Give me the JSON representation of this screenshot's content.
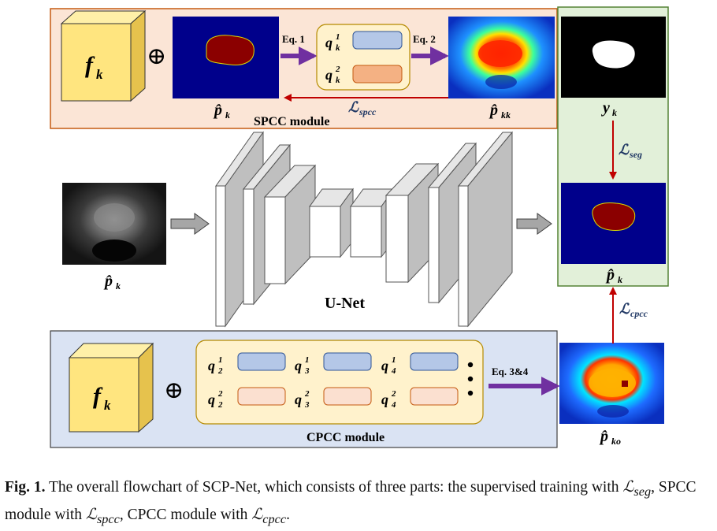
{
  "spcc": {
    "module_label": "SPCC module",
    "feature_symbol": "f",
    "feature_sub": "k",
    "oplus": "⊕",
    "eq1": "Eq. 1",
    "eq2": "Eq. 2",
    "q1": {
      "base": "q",
      "sup": "1",
      "sub": "k"
    },
    "q2": {
      "base": "q",
      "sup": "2",
      "sub": "k"
    },
    "pred_label": {
      "base": "p̂",
      "sub": "k"
    },
    "out_label": {
      "base": "p̂",
      "sub": "kk"
    },
    "loss_label": {
      "base": "ℒ",
      "sub": "spcc"
    }
  },
  "unet": {
    "label": "U-Net",
    "input_label": {
      "base": "p̂",
      "sub": "k"
    }
  },
  "supervision": {
    "gt_label": {
      "base": "y",
      "sub": "k"
    },
    "pred_label": {
      "base": "p̂",
      "sub": "k"
    },
    "seg_loss": {
      "base": "ℒ",
      "sub": "seg"
    },
    "cpcc_loss": {
      "base": "ℒ",
      "sub": "cpcc"
    }
  },
  "cpcc": {
    "module_label": "CPCC module",
    "feature_symbol": "f",
    "feature_sub": "k",
    "oplus": "⊕",
    "eq": "Eq. 3&4",
    "top_row": [
      {
        "base": "q",
        "sup": "1",
        "sub": "2"
      },
      {
        "base": "q",
        "sup": "1",
        "sub": "3"
      },
      {
        "base": "q",
        "sup": "1",
        "sub": "4"
      }
    ],
    "bottom_row": [
      {
        "base": "q",
        "sup": "2",
        "sub": "2"
      },
      {
        "base": "q",
        "sup": "2",
        "sub": "3"
      },
      {
        "base": "q",
        "sup": "2",
        "sub": "4"
      }
    ],
    "ellipsis": "⋮",
    "out_label": {
      "base": "p̂",
      "sub": "ko"
    }
  },
  "caption": {
    "fig": "Fig. 1.",
    "text": " The overall flowchart of SCP-Net, which consists of three parts: the supervised training with ",
    "l1": "ℒ",
    "l1sub": "seg",
    "t2": ", SPCC module with ",
    "l2": "ℒ",
    "l2sub": "spcc",
    "t3": ", CPCC module with ",
    "l3": "ℒ",
    "l3sub": "cpcc",
    "t4": "."
  },
  "colors": {
    "spcc_bg": "#fbe5d6",
    "spcc_border": "#c55a11",
    "cpcc_bg": "#dae3f3",
    "right_bg": "#e2f0d9",
    "right_border": "#548235",
    "cube": "#ffe57f",
    "proto_box": "#fff2cc",
    "q1_fill": "#b4c7e7",
    "q2_fill": "#f4b183",
    "arrow_purple": "#7030a0",
    "arrow_red": "#c00000",
    "loss_text": "#203864",
    "map_bg": "#00008b",
    "map_fg": "#8b0000"
  }
}
